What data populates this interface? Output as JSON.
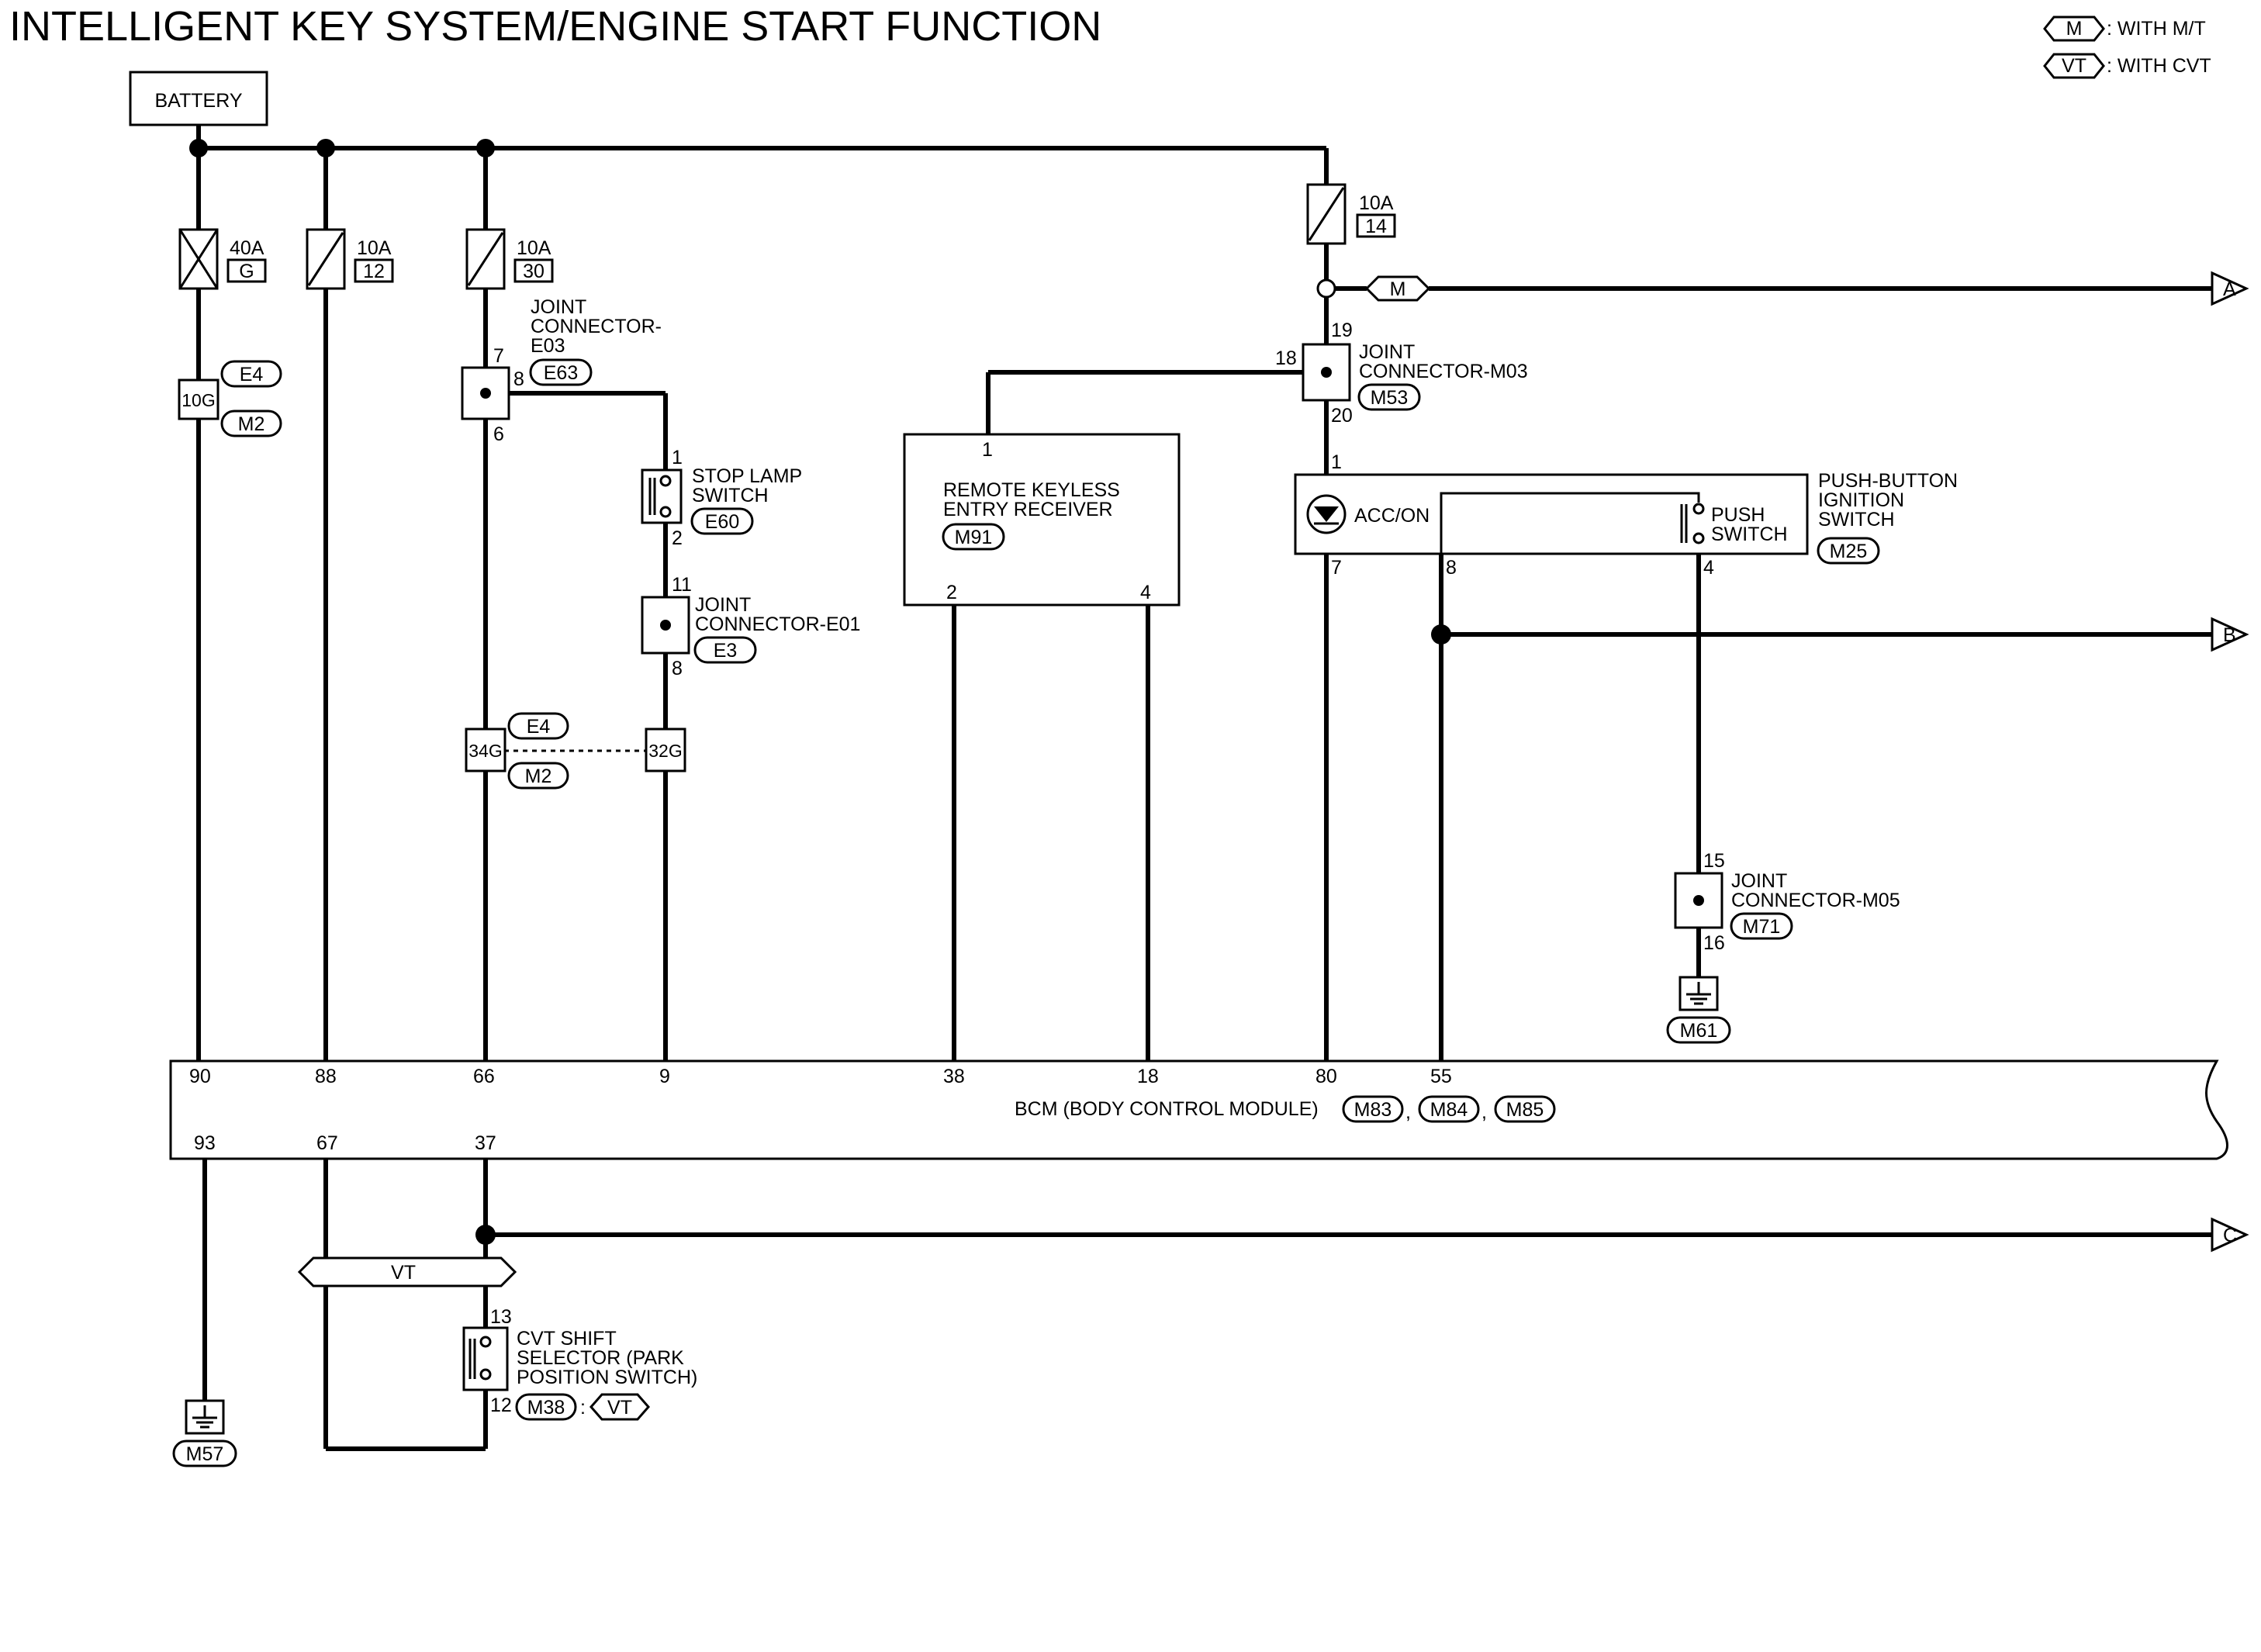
{
  "title": "INTELLIGENT KEY SYSTEM/ENGINE START FUNCTION",
  "legend": [
    {
      "code": "M",
      "text": ": WITH M/T"
    },
    {
      "code": "VT",
      "text": ": WITH CVT"
    }
  ],
  "battery": "BATTERY",
  "fuses": [
    {
      "amp": "40A",
      "id": "G"
    },
    {
      "amp": "10A",
      "id": "12"
    },
    {
      "amp": "10A",
      "id": "30"
    },
    {
      "amp": "10A",
      "id": "14"
    }
  ],
  "harness": {
    "pin_10g": "10G",
    "pin_34g": "34G",
    "pin_32g": "32G",
    "conn_e4": "E4",
    "conn_m2": "M2",
    "conn_e4b": "E4",
    "conn_m2b": "M2"
  },
  "jc_e03": {
    "l1": "JOINT",
    "l2": "CONNECTOR-",
    "l3": "E03",
    "conn": "E63",
    "p_in": "7",
    "p_mid": "8",
    "p_out": "6"
  },
  "stop_lamp": {
    "l1": "STOP LAMP",
    "l2": "SWITCH",
    "conn": "E60",
    "p1": "1",
    "p2": "2"
  },
  "jc_e01": {
    "l1": "JOINT",
    "l2": "CONNECTOR-E01",
    "conn": "E3",
    "p1": "11",
    "p2": "8"
  },
  "rke": {
    "l1": "REMOTE KEYLESS",
    "l2": "ENTRY RECEIVER",
    "conn": "M91",
    "p1": "1",
    "p2": "2",
    "p4": "4"
  },
  "jc_m03": {
    "l1": "JOINT",
    "l2": "CONNECTOR-M03",
    "conn": "M53",
    "p_top": "19",
    "p_left": "18",
    "p_bot": "20"
  },
  "m_tag": "M",
  "arrows": {
    "a": "A",
    "b": "B",
    "c": "C"
  },
  "pbis": {
    "l1": "PUSH-BUTTON",
    "l2": "IGNITION",
    "l3": "SWITCH",
    "conn": "M25",
    "acc": "ACC/ON",
    "push1": "PUSH",
    "push2": "SWITCH",
    "p1": "1",
    "p7": "7",
    "p8": "8",
    "p4": "4"
  },
  "jc_m05": {
    "l1": "JOINT",
    "l2": "CONNECTOR-M05",
    "conn": "M71",
    "p1": "15",
    "p2": "16"
  },
  "ground_m61": "M61",
  "ground_m57": "M57",
  "bcm": {
    "label": "BCM (BODY CONTROL MODULE)",
    "conns": [
      "M83",
      "M84",
      "M85"
    ],
    "sep": ",",
    "top_pins": [
      "90",
      "88",
      "66",
      "9",
      "38",
      "18",
      "80",
      "55"
    ],
    "bottom_pins": [
      "93",
      "67",
      "37"
    ]
  },
  "vt_tag": "VT",
  "cvt": {
    "l1": "CVT SHIFT",
    "l2": "SELECTOR (PARK",
    "l3": "POSITION SWITCH)",
    "conn": "M38",
    "colon": ":",
    "tag": "VT",
    "p1": "13",
    "p2": "12"
  }
}
